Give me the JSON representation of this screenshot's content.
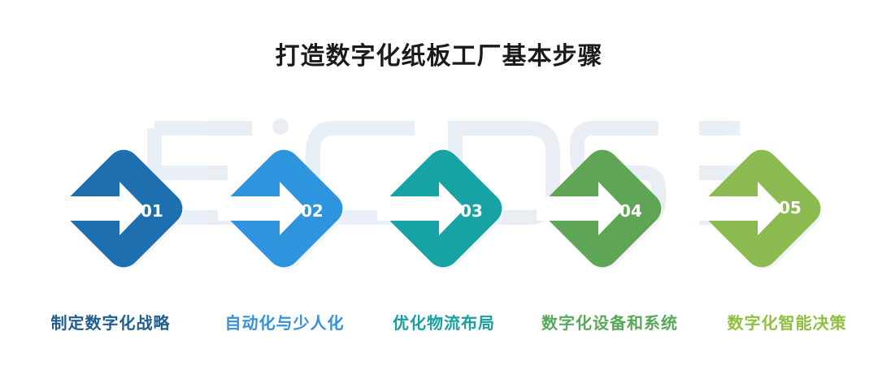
{
  "title": "打造数字化纸板工厂基本步骤",
  "colors": {
    "step1": "#1d6faf",
    "step2": "#2e94dd",
    "step3": "#17a3a3",
    "step4": "#5ea655",
    "step5": "#8bbb50",
    "label1": "#1f5f8f",
    "label2": "#3390dd",
    "label3": "#1a9fa0",
    "label4": "#58a85a",
    "label5": "#8fbf40"
  },
  "steps": [
    {
      "number": "01",
      "label": "制定数字化战略"
    },
    {
      "number": "02",
      "label": "自动化与少人化"
    },
    {
      "number": "03",
      "label": "优化物流布局"
    },
    {
      "number": "04",
      "label": "数字化设备和系统"
    },
    {
      "number": "05",
      "label": "数字化智能决策"
    }
  ]
}
